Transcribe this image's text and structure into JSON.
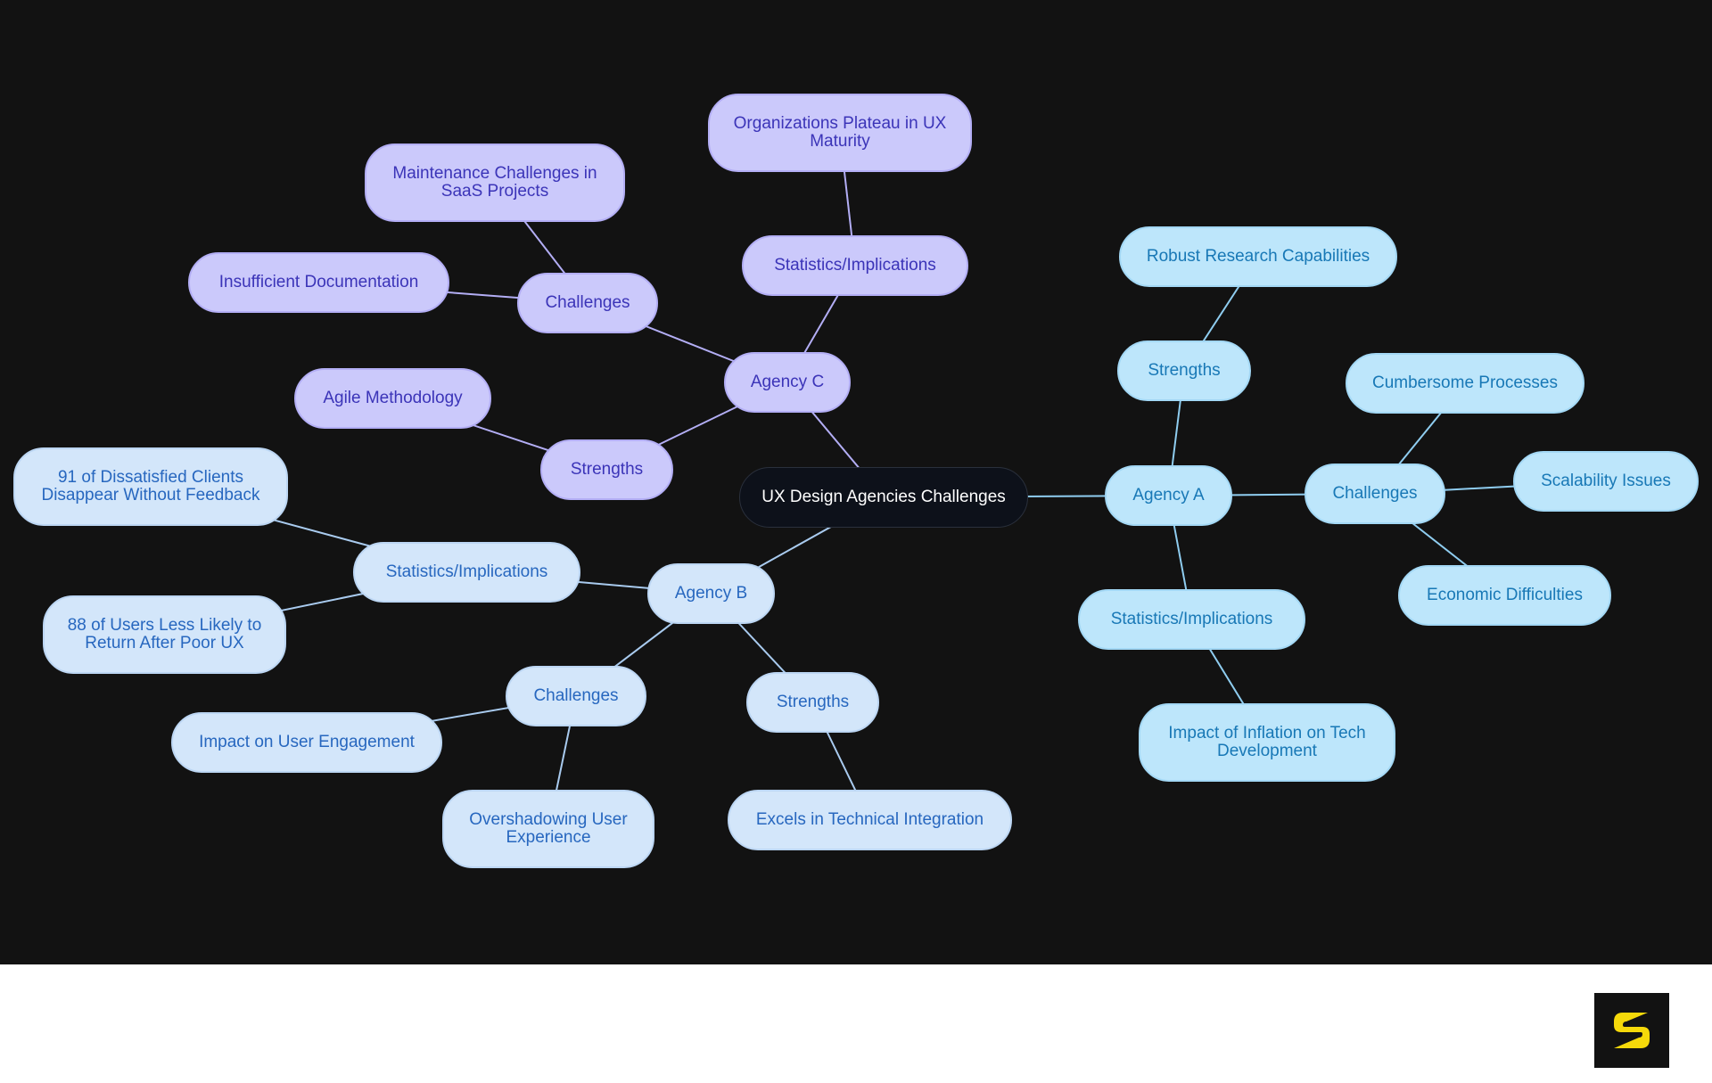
{
  "colors": {
    "background": "#121212",
    "root_fill": "#0d111a",
    "agency_c_fill": "#cbc9fb",
    "agency_a_fill": "#bde6fb",
    "agency_b_fill": "#d3e6fa",
    "agency_c_line": "#b3aef5",
    "agency_a_line": "#8fcdf0",
    "agency_b_line": "#a9cbef",
    "logo_mark": "#f5d90a"
  },
  "mindmap": {
    "root": "UX Design Agencies Challenges",
    "agency_c": {
      "label": "Agency C",
      "statistics": {
        "label": "Statistics/Implications",
        "items": [
          "Organizations Plateau in UX Maturity"
        ]
      },
      "challenges": {
        "label": "Challenges",
        "items": [
          "Maintenance Challenges in SaaS Projects",
          "Insufficient Documentation"
        ]
      },
      "strengths": {
        "label": "Strengths",
        "items": [
          "Agile Methodology"
        ]
      }
    },
    "agency_a": {
      "label": "Agency A",
      "strengths": {
        "label": "Strengths",
        "items": [
          "Robust Research Capabilities"
        ]
      },
      "challenges": {
        "label": "Challenges",
        "items": [
          "Cumbersome Processes",
          "Scalability Issues",
          "Economic Difficulties"
        ]
      },
      "statistics": {
        "label": "Statistics/Implications",
        "items": [
          "Impact of Inflation on Tech Development"
        ]
      }
    },
    "agency_b": {
      "label": "Agency B",
      "statistics": {
        "label": "Statistics/Implications",
        "items": [
          "91 of Dissatisfied Clients Disappear Without Feedback",
          "88 of Users Less Likely to Return After Poor UX"
        ]
      },
      "challenges": {
        "label": "Challenges",
        "items": [
          "Impact on User Engagement",
          "Overshadowing User Experience"
        ]
      },
      "strengths": {
        "label": "Strengths",
        "items": [
          "Excels in Technical Integration"
        ]
      }
    }
  },
  "footer": {
    "logo_icon": "s-logo-icon"
  }
}
